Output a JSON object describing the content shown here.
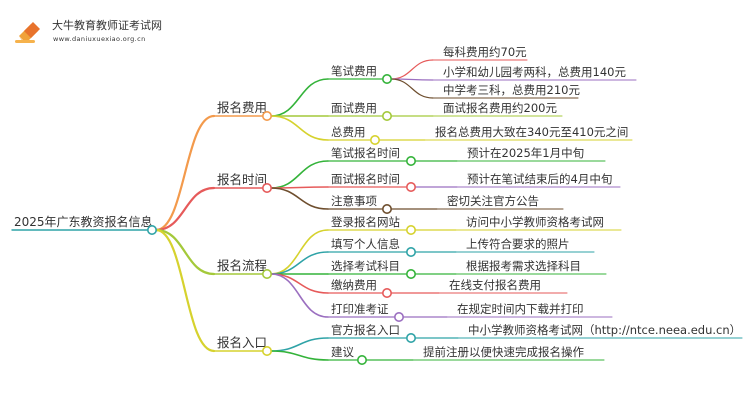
{
  "logo": {
    "title": "大牛教育教师证考试网",
    "url": "www.daniuxuexiao.org.cn"
  },
  "root": "2025年广东教资报名信息",
  "branches": [
    {
      "label": "报名费用",
      "color": "#F39A4C",
      "children": [
        {
          "label": "笔试费用",
          "color": "#34B33A",
          "details": [
            {
              "text": "每科费用约70元",
              "color": "#E65A5A"
            },
            {
              "text": "小学和幼儿园考两科，总费用140元",
              "color": "#9B6FC0"
            },
            {
              "text": "中学考三科，总费用210元",
              "color": "#6E4E2E"
            }
          ]
        },
        {
          "label": "面试费用",
          "color": "#A4C93A",
          "details": [
            {
              "text": "面试报名费用约200元",
              "color": "#A4C93A"
            }
          ]
        },
        {
          "label": "总费用",
          "color": "#D6D22E",
          "details": [
            {
              "text": "报名总费用大致在340元至410元之间",
              "color": "#D6D22E"
            }
          ]
        }
      ]
    },
    {
      "label": "报名时间",
      "color": "#E65A5A",
      "children": [
        {
          "label": "笔试报名时间",
          "color": "#34B33A",
          "details": [
            {
              "text": "预计在2025年1月中旬",
              "color": "#34B33A"
            }
          ]
        },
        {
          "label": "面试报名时间",
          "color": "#E65A5A",
          "details": [
            {
              "text": "预计在笔试结束后的4月中旬",
              "color": "#9B6FC0"
            }
          ]
        },
        {
          "label": "注意事项",
          "color": "#6E4E2E",
          "details": [
            {
              "text": "密切关注官方公告",
              "color": "#6E4E2E"
            }
          ]
        }
      ]
    },
    {
      "label": "报名流程",
      "color": "#A4C93A",
      "children": [
        {
          "label": "登录报名网站",
          "color": "#D6D22E",
          "details": [
            {
              "text": "访问中小学教师资格考试网",
              "color": "#D6D22E"
            }
          ]
        },
        {
          "label": "填写个人信息",
          "color": "#2FA3A7",
          "details": [
            {
              "text": "上传符合要求的照片",
              "color": "#2FA3A7"
            }
          ]
        },
        {
          "label": "选择考试科目",
          "color": "#34B33A",
          "details": [
            {
              "text": "根据报考需求选择科目",
              "color": "#34B33A"
            }
          ]
        },
        {
          "label": "缴纳费用",
          "color": "#E65A5A",
          "details": [
            {
              "text": "在线支付报名费用",
              "color": "#E65A5A"
            }
          ]
        },
        {
          "label": "打印准考证",
          "color": "#9B6FC0",
          "details": [
            {
              "text": "在规定时间内下载并打印",
              "color": "#9B6FC0"
            }
          ]
        }
      ]
    },
    {
      "label": "报名入口",
      "color": "#D6D22E",
      "children": [
        {
          "label": "官方报名入口",
          "color": "#2FA3A7",
          "details": [
            {
              "text": "中小学教师资格考试网（http://ntce.neea.edu.cn）",
              "color": "#2FA3A7"
            }
          ]
        },
        {
          "label": "建议",
          "color": "#34B33A",
          "details": [
            {
              "text": "提前注册以便快速完成报名操作",
              "color": "#34B33A"
            }
          ]
        }
      ]
    }
  ]
}
